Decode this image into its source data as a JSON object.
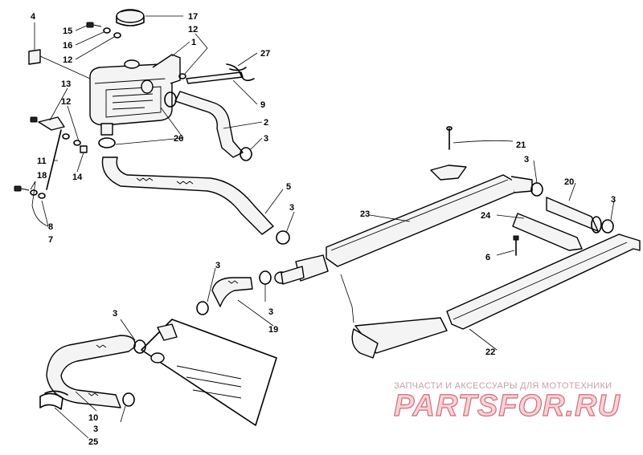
{
  "callouts": [
    {
      "id": "c4",
      "text": "4"
    },
    {
      "id": "c15",
      "text": "15"
    },
    {
      "id": "c16",
      "text": "16"
    },
    {
      "id": "c12a",
      "text": "12"
    },
    {
      "id": "c17",
      "text": "17"
    },
    {
      "id": "c1",
      "text": "1"
    },
    {
      "id": "c12b",
      "text": "12"
    },
    {
      "id": "c27",
      "text": "27"
    },
    {
      "id": "c9",
      "text": "9"
    },
    {
      "id": "c13",
      "text": "13"
    },
    {
      "id": "c12c",
      "text": "12"
    },
    {
      "id": "c2",
      "text": "2"
    },
    {
      "id": "c26",
      "text": "26"
    },
    {
      "id": "c3a",
      "text": "3"
    },
    {
      "id": "c11",
      "text": "11"
    },
    {
      "id": "c14",
      "text": "14"
    },
    {
      "id": "c18",
      "text": "18"
    },
    {
      "id": "c8",
      "text": "8"
    },
    {
      "id": "c7",
      "text": "7"
    },
    {
      "id": "c5",
      "text": "5"
    },
    {
      "id": "c3b",
      "text": "3"
    },
    {
      "id": "c21",
      "text": "21"
    },
    {
      "id": "c3c",
      "text": "3"
    },
    {
      "id": "c20",
      "text": "20"
    },
    {
      "id": "c3d",
      "text": "3"
    },
    {
      "id": "c23",
      "text": "23"
    },
    {
      "id": "c24",
      "text": "24"
    },
    {
      "id": "c6",
      "text": "6"
    },
    {
      "id": "c3e",
      "text": "3"
    },
    {
      "id": "c3f",
      "text": "3"
    },
    {
      "id": "c19",
      "text": "19"
    },
    {
      "id": "c3g",
      "text": "3"
    },
    {
      "id": "c22",
      "text": "22"
    },
    {
      "id": "c10",
      "text": "10"
    },
    {
      "id": "c3h",
      "text": "3"
    },
    {
      "id": "c25",
      "text": "25"
    }
  ],
  "watermark": {
    "tagline": "ЗАПЧАСТИ И АКСЕССУАРЫ ДЛЯ МОТОТЕХНИКИ",
    "brand": "PARTSFOR.RU"
  }
}
